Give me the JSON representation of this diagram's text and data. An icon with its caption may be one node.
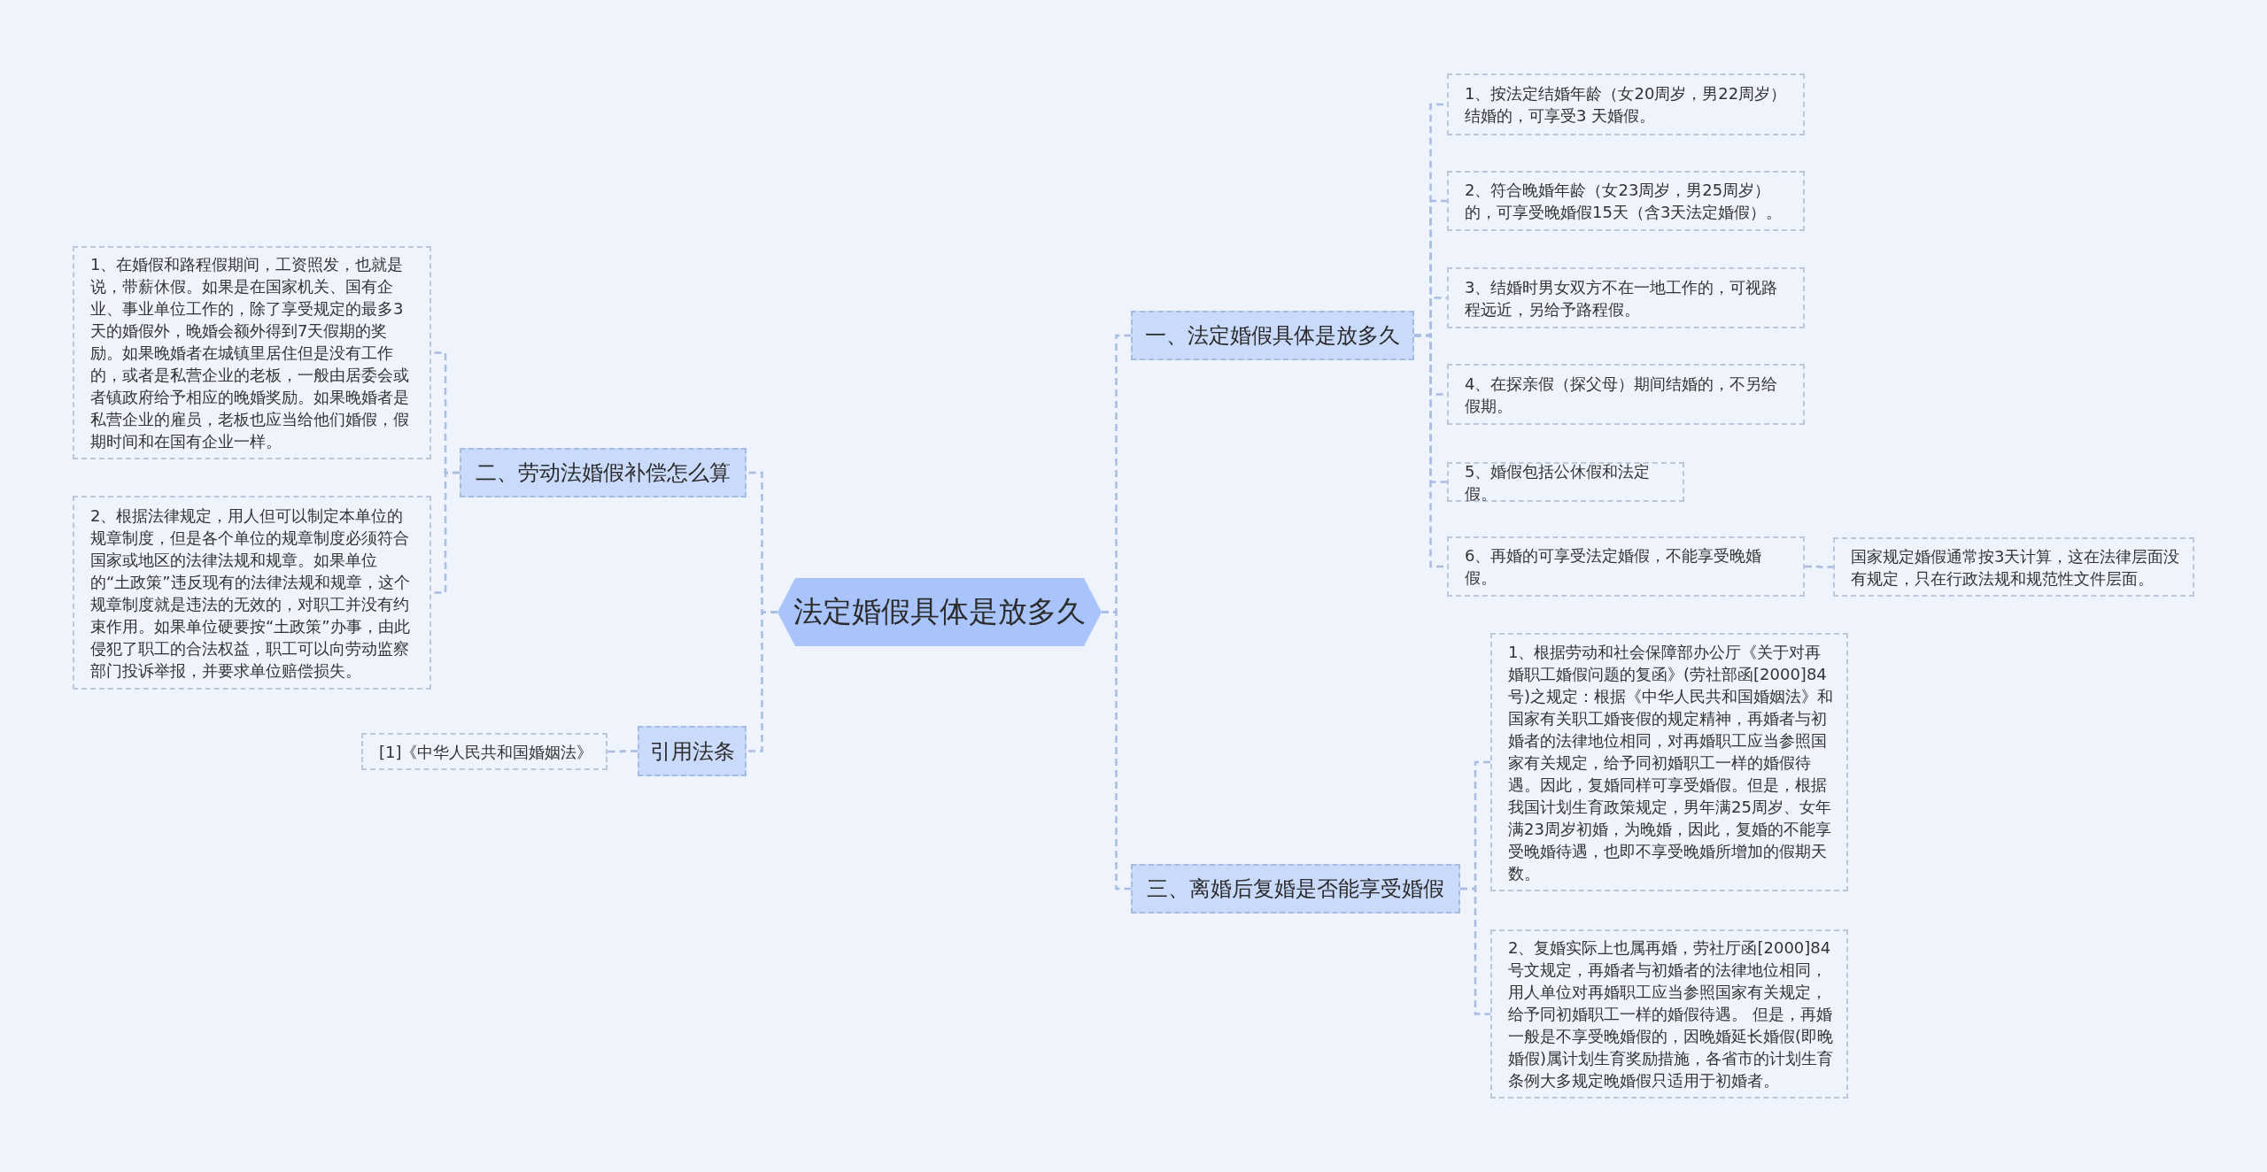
{
  "diagram": {
    "nodes": [
      {
        "text": [
          "法定婚假具体是放多久"
        ]
      },
      {
        "text": [
          "一、法定婚假具体是放多久"
        ]
      },
      {
        "text": [
          "1、按法定结婚年龄（女20周岁，男22周岁）结婚的，可享受3 天婚假。"
        ]
      },
      {
        "text": [
          "2、符合晚婚年龄（女23周岁，男25周岁）的，可享受晚婚假15天（含3天法定婚假）。"
        ]
      },
      {
        "text": [
          "3、结婚时男女双方不在一地工作的，可视路程远近，另给予路程假。"
        ]
      },
      {
        "text": [
          "4、在探亲假（探父母）期间结婚的，不另给假期。"
        ]
      },
      {
        "text": [
          "5、婚假包括公休假和法定假。"
        ]
      },
      {
        "text": [
          "6、再婚的可享受法定婚假，不能享受晚婚假。"
        ]
      },
      {
        "text": [
          "国家规定婚假通常按3天计算，这在法律层面没有规定，只在行政法规和规范性文件层面。"
        ]
      },
      {
        "text": [
          "三、离婚后复婚是否能享受婚假"
        ]
      },
      {
        "text": [
          "1、根据劳动和社会保障部办公厅《关于对再婚职工婚假问题的复函》(劳社部函[2000]84号)之规定：根据《中华人民共和国婚姻法》和国家有关职工婚丧假的规定精神，再婚者与初婚者的法律地位相同，对再婚职工应当参照国家有关规定，给予同初婚职工一样的婚假待遇。因此，复婚同样可享受婚假。但是，根据我国计划生育政策规定，男年满25周岁、女年满23周岁初婚，为晚婚，因此，复婚的不能享受晚婚待遇，也即不享受晚婚所增加的假期天数。"
        ]
      },
      {
        "text": [
          "2、复婚实际上也属再婚，劳社厅函[2000]84号文规定，再婚者与初婚者的法律地位相同，用人单位对再婚职工应当参照国家有关规定，给予同初婚职工一样的婚假待遇。 但是，再婚一般是不享受晚婚假的，因晚婚延长婚假(即晚婚假)属计划生育奖励措施，各省市的计划生育条例大多规定晚婚假只适用于初婚者。"
        ]
      },
      {
        "text": [
          "二、劳动法婚假补偿怎么算"
        ]
      },
      {
        "text": [
          "1、在婚假和路程假期间，工资照发，也就是说，带薪休假。如果是在国家机关、国有企业、事业单位工作的，除了享受规定的最多3天的婚假外，晚婚会额外得到7天假期的奖励。如果晚婚者在城镇里居住但是没有工作的，或者是私营企业的老板，一般由居委会或者镇政府给予相应的晚婚奖励。如果晚婚者是私营企业的雇员，老板也应当给他们婚假，假期时间和在国有企业一样。"
        ]
      },
      {
        "text": [
          "2、根据法律规定，用人但可以制定本单位的规章制度，但是各个单位的规章制度必须符合国家或地区的法律法规和规章。如果单位的“土政策”违反现有的法律法规和规章，这个规章制度就是违法的无效的，对职工并没有约束作用。如果单位硬要按“土政策”办事，由此侵犯了职工的合法权益，职工可以向劳动监察部门投诉举报，并要求单位赔偿损失。"
        ]
      },
      {
        "text": [
          "引用法条"
        ]
      },
      {
        "text": [
          "[1]《中华人民共和国婚姻法》"
        ]
      }
    ],
    "edges": [
      {
        "from": 0,
        "to": 1,
        "arrow": "none"
      },
      {
        "from": 0,
        "to": 9,
        "arrow": "none"
      },
      {
        "from": 0,
        "to": 12,
        "arrow": "none"
      },
      {
        "from": 0,
        "to": 15,
        "arrow": "none"
      },
      {
        "from": 1,
        "to": 2,
        "arrow": "none"
      },
      {
        "from": 1,
        "to": 3,
        "arrow": "none"
      },
      {
        "from": 1,
        "to": 4,
        "arrow": "none"
      },
      {
        "from": 1,
        "to": 5,
        "arrow": "none"
      },
      {
        "from": 1,
        "to": 6,
        "arrow": "none"
      },
      {
        "from": 1,
        "to": 7,
        "arrow": "none"
      },
      {
        "from": 7,
        "to": 8,
        "arrow": "none"
      },
      {
        "from": 9,
        "to": 10,
        "arrow": "none"
      },
      {
        "from": 9,
        "to": 11,
        "arrow": "none"
      },
      {
        "from": 12,
        "to": 13,
        "arrow": "none"
      },
      {
        "from": 12,
        "to": 14,
        "arrow": "none"
      },
      {
        "from": 15,
        "to": 16,
        "arrow": "none"
      }
    ]
  }
}
